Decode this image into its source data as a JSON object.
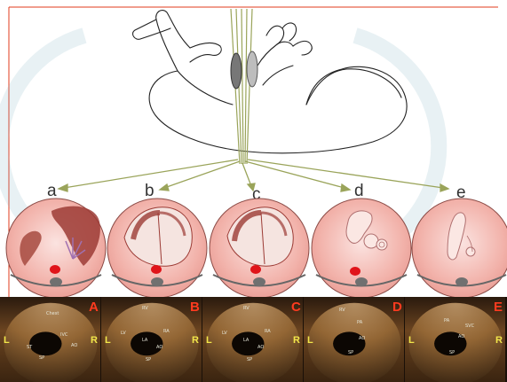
{
  "diagram": {
    "colors": {
      "outline": "#e23b1e",
      "probe_beam": "#9aa45a",
      "circle_fill": "#f2b7b0",
      "circle_edge": "#8a4a45",
      "heart_dark": "#9c3b35",
      "heart_light": "#f5e4e0",
      "red_dot": "#e0141a",
      "gray_dot": "#707070"
    },
    "view_labels": [
      "a",
      "b",
      "c",
      "d",
      "e"
    ]
  },
  "ultrasound": {
    "panel_letters": [
      "A",
      "B",
      "C",
      "D",
      "E"
    ],
    "side_left": "L",
    "side_right": "R",
    "panels": [
      {
        "labels": [
          "Chest",
          "ST",
          "IVC",
          "AO",
          "SP"
        ]
      },
      {
        "labels": [
          "RV",
          "LV",
          "RA",
          "LA",
          "AO",
          "SP"
        ]
      },
      {
        "labels": [
          "RV",
          "LV",
          "RA",
          "LA",
          "AO",
          "SP"
        ]
      },
      {
        "labels": [
          "RV",
          "PA",
          "AO",
          "SP"
        ]
      },
      {
        "labels": [
          "PA",
          "AO",
          "SVC",
          "SP"
        ]
      }
    ]
  }
}
